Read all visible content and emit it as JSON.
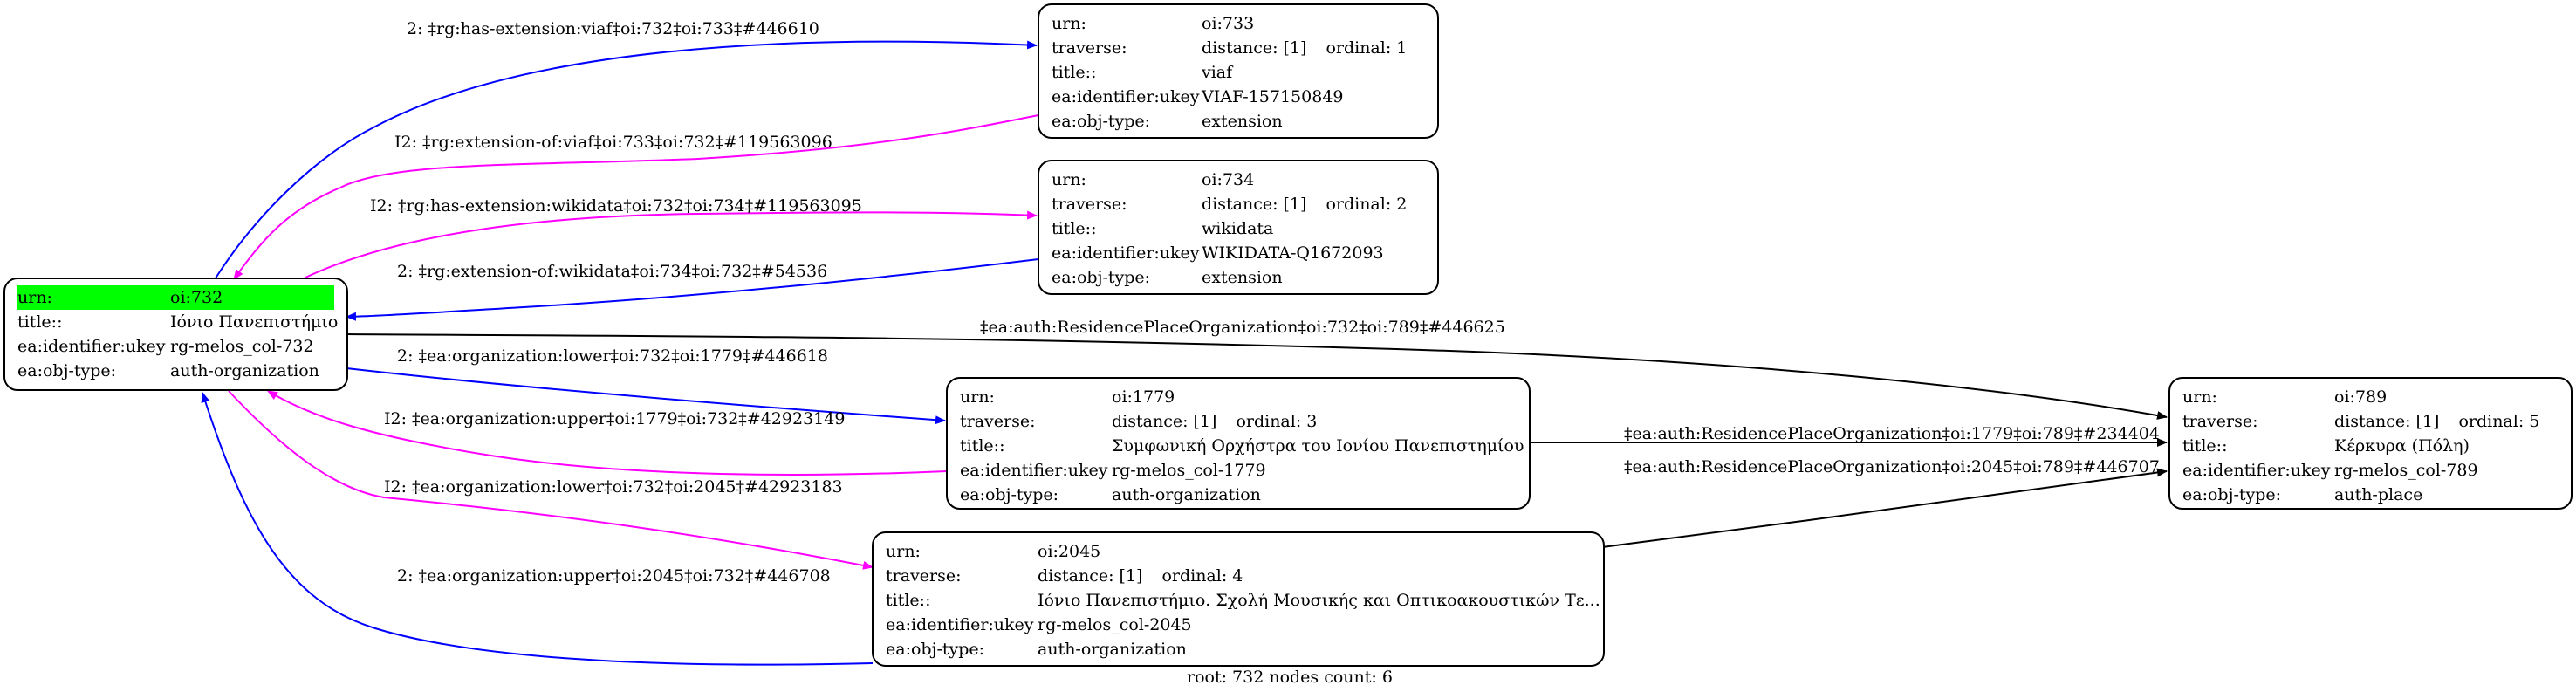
{
  "nodes": {
    "n732": {
      "rows": [
        {
          "k": "urn:",
          "v": "oi:732"
        },
        {
          "k": "title::",
          "v": "Ιόνιο Πανεπιστήμιο"
        },
        {
          "k": "ea:identifier:ukey",
          "v": "rg-melos_col-732"
        },
        {
          "k": "ea:obj-type:",
          "v": "auth-organization"
        }
      ]
    },
    "n733": {
      "rows": [
        {
          "k": "urn:",
          "v": "oi:733"
        },
        {
          "k": "traverse:",
          "v": "distance: [1]",
          "v2": "ordinal: 1"
        },
        {
          "k": "title::",
          "v": "viaf"
        },
        {
          "k": "ea:identifier:ukey",
          "v": "VIAF-157150849"
        },
        {
          "k": "ea:obj-type:",
          "v": "extension"
        }
      ]
    },
    "n734": {
      "rows": [
        {
          "k": "urn:",
          "v": "oi:734"
        },
        {
          "k": "traverse:",
          "v": "distance: [1]",
          "v2": "ordinal: 2"
        },
        {
          "k": "title::",
          "v": "wikidata"
        },
        {
          "k": "ea:identifier:ukey",
          "v": "WIKIDATA-Q1672093"
        },
        {
          "k": "ea:obj-type:",
          "v": "extension"
        }
      ]
    },
    "n1779": {
      "rows": [
        {
          "k": "urn:",
          "v": "oi:1779"
        },
        {
          "k": "traverse:",
          "v": "distance: [1]",
          "v2": "ordinal: 3"
        },
        {
          "k": "title::",
          "v": "Συμφωνική Ορχήστρα του Ιονίου Πανεπιστημίου"
        },
        {
          "k": "ea:identifier:ukey",
          "v": "rg-melos_col-1779"
        },
        {
          "k": "ea:obj-type:",
          "v": "auth-organization"
        }
      ]
    },
    "n2045": {
      "rows": [
        {
          "k": "urn:",
          "v": "oi:2045"
        },
        {
          "k": "traverse:",
          "v": "distance: [1]",
          "v2": "ordinal: 4"
        },
        {
          "k": "title::",
          "v": "Ιόνιο Πανεπιστήμιο. Σχολή Μουσικής και Οπτικοακουστικών Τε..."
        },
        {
          "k": "ea:identifier:ukey",
          "v": "rg-melos_col-2045"
        },
        {
          "k": "ea:obj-type:",
          "v": "auth-organization"
        }
      ]
    },
    "n789": {
      "rows": [
        {
          "k": "urn:",
          "v": "oi:789"
        },
        {
          "k": "traverse:",
          "v": "distance: [1]",
          "v2": "ordinal: 5"
        },
        {
          "k": "title::",
          "v": "Κέρκυρα (Πόλη)"
        },
        {
          "k": "ea:identifier:ukey",
          "v": "rg-melos_col-789"
        },
        {
          "k": "ea:obj-type:",
          "v": "auth-place"
        }
      ]
    }
  },
  "edge_labels": {
    "e1": "2: ‡rg:has-extension:viaf‡oi:732‡oi:733‡#446610",
    "e2": "I2: ‡rg:extension-of:viaf‡oi:733‡oi:732‡#119563096",
    "e3": "I2: ‡rg:has-extension:wikidata‡oi:732‡oi:734‡#119563095",
    "e4": "2: ‡rg:extension-of:wikidata‡oi:734‡oi:732‡#54536",
    "e5": "‡ea:auth:ResidencePlaceOrganization‡oi:732‡oi:789‡#446625",
    "e6": "2: ‡ea:organization:lower‡oi:732‡oi:1779‡#446618",
    "e7": "I2: ‡ea:organization:upper‡oi:1779‡oi:732‡#42923149",
    "e8": "‡ea:auth:ResidencePlaceOrganization‡oi:1779‡oi:789‡#234404",
    "e9": "‡ea:auth:ResidencePlaceOrganization‡oi:2045‡oi:789‡#446707",
    "e10": "I2: ‡ea:organization:lower‡oi:732‡oi:2045‡#42923183",
    "e11": "2: ‡ea:organization:upper‡oi:2045‡oi:732‡#446708"
  },
  "footer": "root: 732 nodes count: 6",
  "colors": {
    "highlight": "#00ff00",
    "edge_blue": "#0000ff",
    "edge_magenta": "#ff00ff",
    "edge_black": "#000000"
  }
}
